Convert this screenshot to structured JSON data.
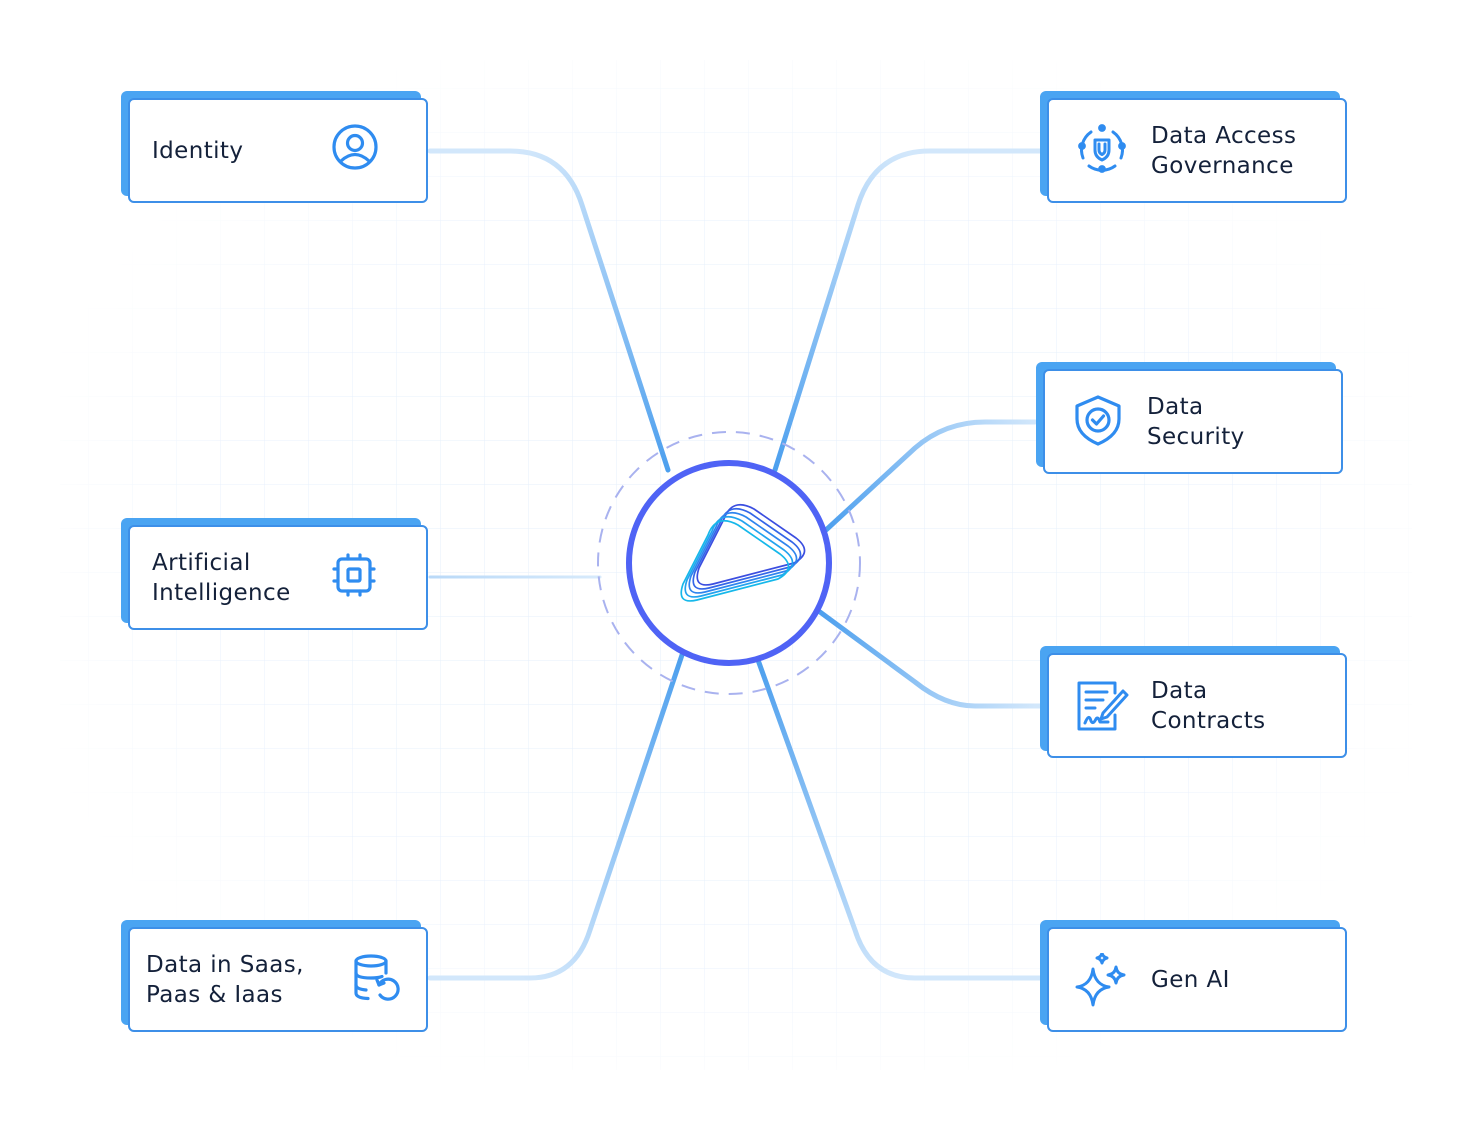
{
  "diagram": {
    "hub": {
      "name": "central-logo"
    },
    "cards": {
      "identity": {
        "label": "Identity",
        "icon": "user-circle-icon"
      },
      "ai": {
        "label": "Artificial\nIntelligence",
        "icon": "chip-icon"
      },
      "saas": {
        "label": "Data in Saas,\nPaas & Iaas",
        "icon": "database-refresh-icon"
      },
      "governance": {
        "label": "Data Access\nGovernance",
        "icon": "shield-cycle-icon"
      },
      "security": {
        "label": "Data\nSecurity",
        "icon": "shield-check-icon"
      },
      "contracts": {
        "label": "Data\nContracts",
        "icon": "document-signature-icon"
      },
      "genai": {
        "label": "Gen AI",
        "icon": "sparkles-icon"
      }
    },
    "colors": {
      "accent": "#3d8fe8",
      "hub_ring": "#4f63f5",
      "connector_light": "#c9e2fb",
      "connector_dark": "#5aa5f0",
      "grid": "#e6f1fc"
    }
  }
}
